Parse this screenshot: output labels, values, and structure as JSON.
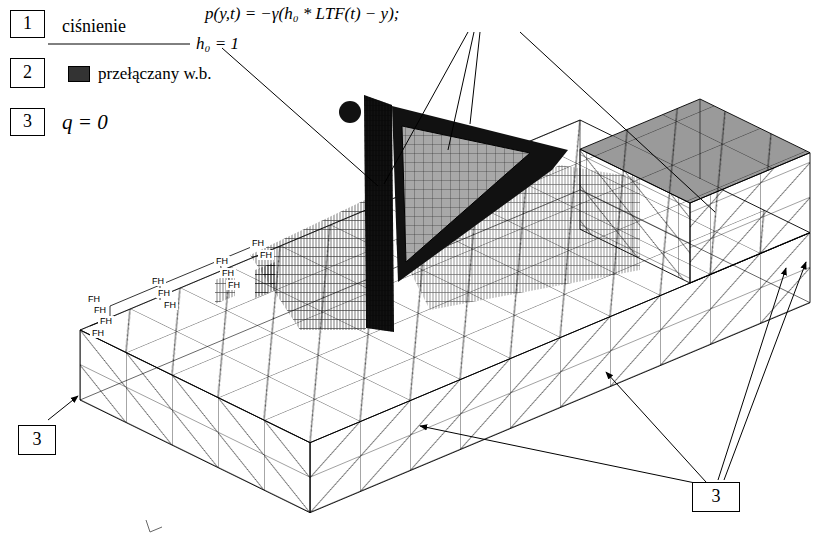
{
  "diagram": {
    "nodes": [
      {
        "text": [
          "1"
        ]
      },
      {
        "text": [
          "2"
        ]
      },
      {
        "text": [
          "3"
        ]
      },
      {
        "text": [
          "3"
        ]
      },
      {
        "text": [
          "3"
        ]
      }
    ],
    "labels": [
      "ciśnienie",
      "p(y,t) = −γ(h₀ * LTF(t) − y);",
      "h₀ = 1",
      "q = 0",
      "FH",
      "FH",
      "FH",
      "FH",
      "FH",
      "FH",
      "FH",
      "FH",
      "FH",
      "FH",
      "FH",
      "FH"
    ],
    "legend": [
      {
        "text": "przełączany w.b.",
        "color": "#333333"
      }
    ]
  }
}
